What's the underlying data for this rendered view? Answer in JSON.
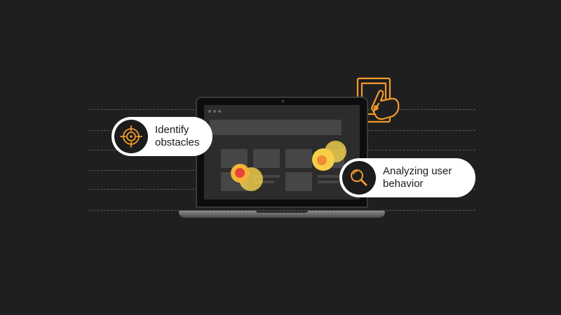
{
  "pills": {
    "identify": {
      "line1": "Identify",
      "line2": "obstacles",
      "icon": "crosshair-target-icon"
    },
    "analyze": {
      "line1": "Analyzing user",
      "line2": "behavior",
      "icon": "magnifier-icon"
    }
  },
  "decor": {
    "tablet_icon": "tablet-tap-hand-icon"
  },
  "colors": {
    "background": "#1f1f1f",
    "accent_orange": "#f39a2a",
    "heat_yellow": "#f7d44c",
    "heat_red": "#e8453a",
    "pill_bg": "#ffffff"
  }
}
